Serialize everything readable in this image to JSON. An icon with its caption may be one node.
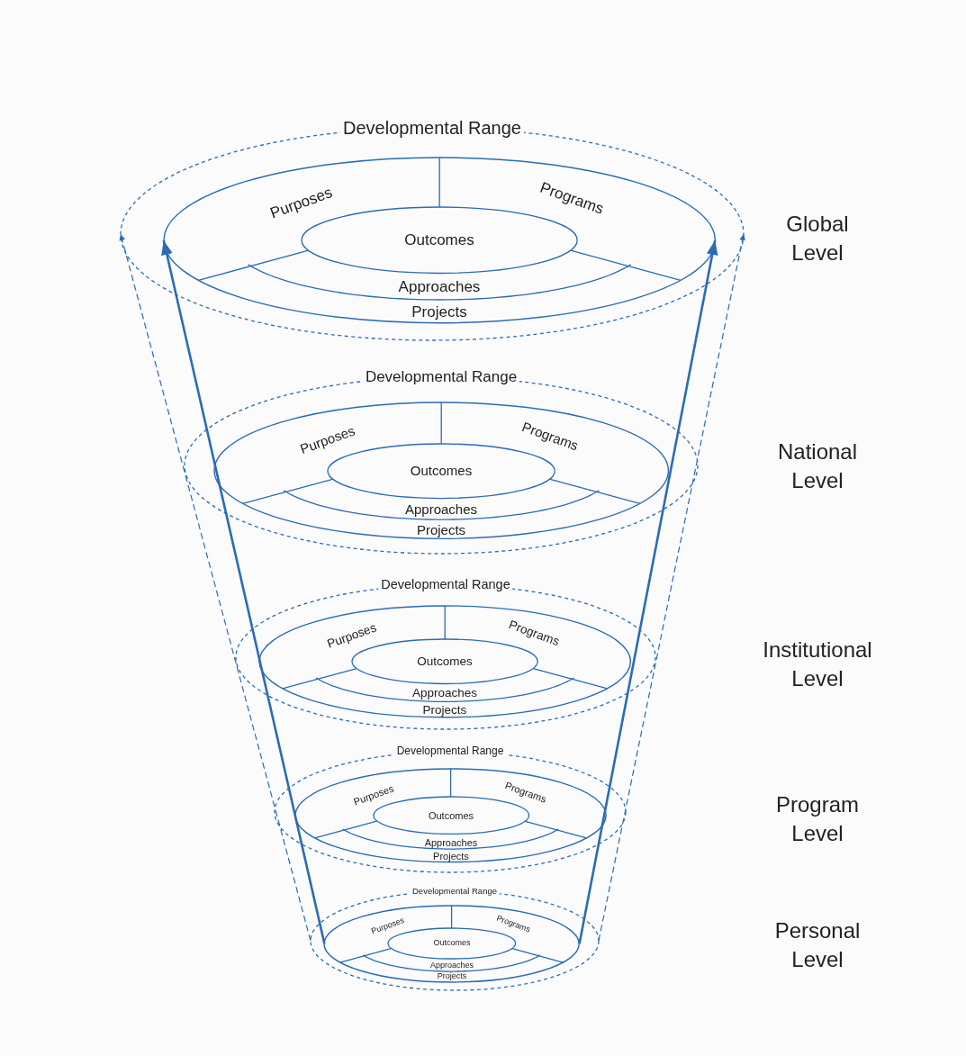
{
  "diagram": {
    "nodes": [
      {
        "text": [
          "Developmental Range"
        ]
      },
      {
        "text": [
          "Purposes",
          "Programs",
          "Approaches",
          "Projects"
        ],
        "in": 0
      },
      {
        "text": [
          "Outcomes"
        ],
        "in": 1
      },
      {
        "text": [
          "Developmental Range"
        ]
      },
      {
        "text": [
          "Purposes",
          "Programs",
          "Approaches",
          "Projects"
        ],
        "in": 3
      },
      {
        "text": [
          "Outcomes"
        ],
        "in": 4
      },
      {
        "text": [
          "Developmental Range"
        ]
      },
      {
        "text": [
          "Purposes",
          "Programs",
          "Approaches",
          "Projects"
        ],
        "in": 6
      },
      {
        "text": [
          "Outcomes"
        ],
        "in": 7
      },
      {
        "text": [
          "Developmental Range"
        ]
      },
      {
        "text": [
          "Purposes",
          "Programs",
          "Approaches",
          "Projects"
        ],
        "in": 9
      },
      {
        "text": [
          "Outcomes"
        ],
        "in": 10
      },
      {
        "text": [
          "Developmental Range"
        ]
      },
      {
        "text": [
          "Purposes",
          "Programs",
          "Approaches",
          "Projects"
        ],
        "in": 12
      },
      {
        "text": [
          "Outcomes"
        ],
        "in": 13
      }
    ],
    "edges": [
      {
        "from": 13,
        "to": 1,
        "arrow": "to"
      },
      {
        "from": 13,
        "to": 1,
        "arrow": "to"
      },
      {
        "from": 12,
        "to": 0,
        "arrow": "to",
        "style": "dashed"
      },
      {
        "from": 12,
        "to": 0,
        "arrow": "to",
        "style": "dashed"
      }
    ],
    "labels": [
      "Global Level",
      "National Level",
      "Institutional Level",
      "Program Level",
      "Personal Level"
    ]
  }
}
